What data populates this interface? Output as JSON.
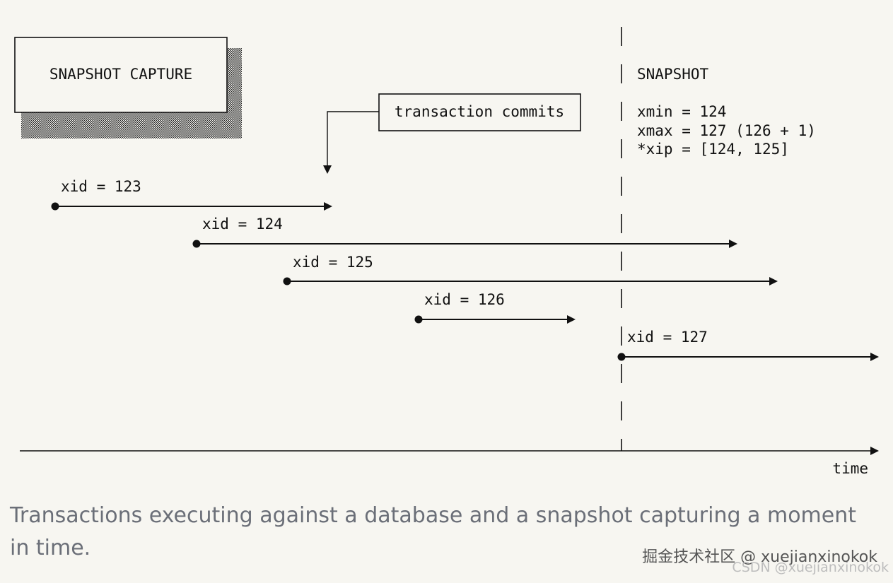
{
  "capture_box": {
    "label": "SNAPSHOT CAPTURE"
  },
  "commit_box": {
    "label": "transaction commits"
  },
  "snapshot": {
    "title": "SNAPSHOT",
    "xmin": "xmin = 124",
    "xmax": "xmax = 127 (126 + 1)",
    "xip": "*xip = [124, 125]"
  },
  "transactions": [
    {
      "label": "xid = 123"
    },
    {
      "label": "xid = 124"
    },
    {
      "label": "xid = 125"
    },
    {
      "label": "xid = 126"
    },
    {
      "label": "xid = 127"
    }
  ],
  "axis": {
    "label": "time"
  },
  "caption": "Transactions executing against a database and a snapshot capturing a moment in time.",
  "watermarks": {
    "primary": "掘金技术社区 @ xuejianxinokok",
    "secondary": "CSDN @xuejianxinokok"
  },
  "colors": {
    "background": "#f7f6f1",
    "ink": "#111111",
    "caption": "#6b6f78"
  }
}
